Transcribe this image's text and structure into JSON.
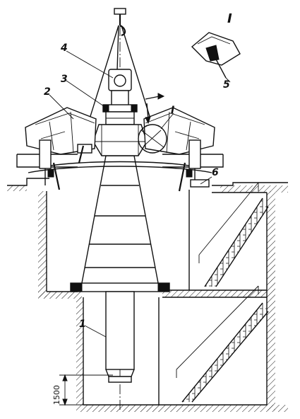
{
  "labels": {
    "l1": "1",
    "l2": "2",
    "l3": "3",
    "l4": "4",
    "l5": "5",
    "l6": "6",
    "detail_mark": "I",
    "detail_title": "I"
  },
  "dimension": {
    "value": "1500"
  },
  "colors": {
    "ink": "#111111",
    "paper": "#ffffff"
  }
}
